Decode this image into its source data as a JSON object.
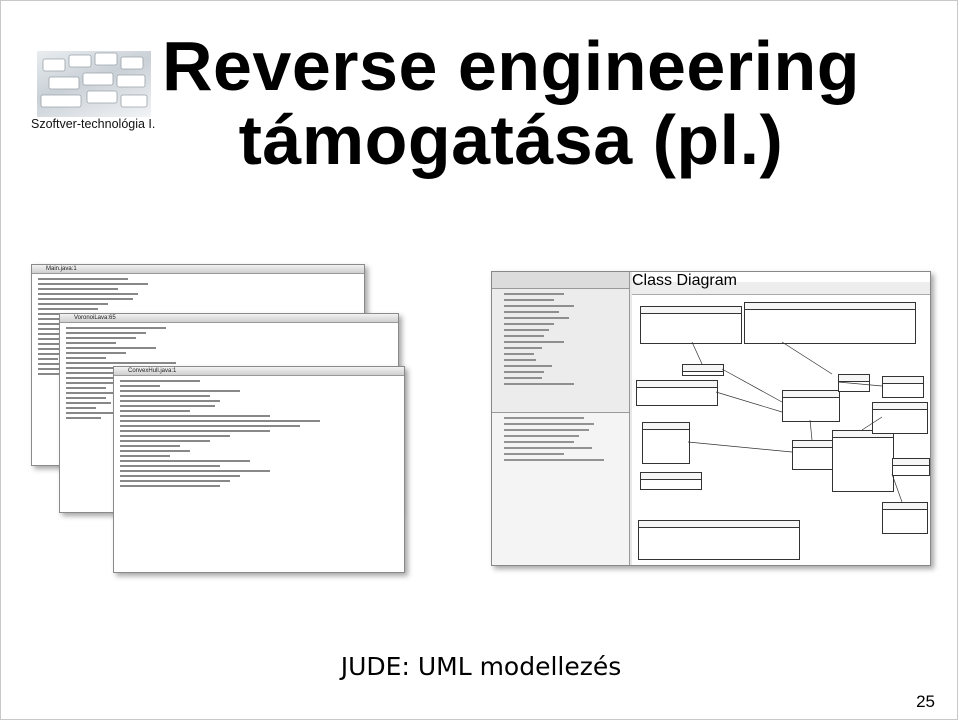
{
  "header": {
    "logo_caption": "Szoftver-technológia I.",
    "title_line1": "Reverse engineering",
    "title_line2": "támogatása (pl.)"
  },
  "footer": {
    "subtitle": "JUDE: UML modellezés",
    "page_number": "25"
  },
  "screenshots": {
    "code_windows": [
      {
        "title": "Main.java:1"
      },
      {
        "title": "VoronoiLava:65"
      },
      {
        "title": "ConvexHull.java:1"
      }
    ],
    "uml_window": {
      "title": "Class Diagram"
    }
  }
}
